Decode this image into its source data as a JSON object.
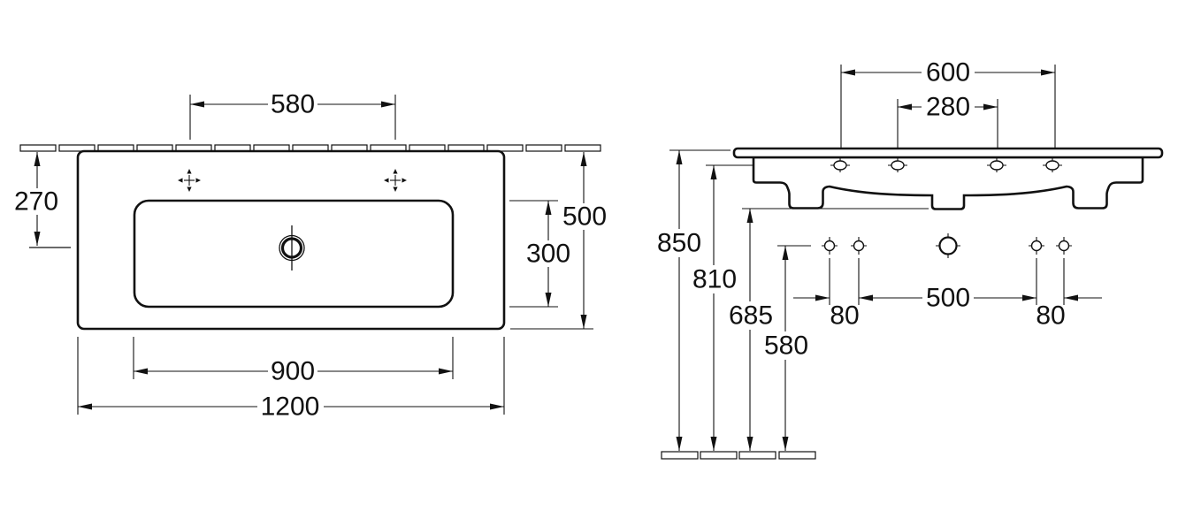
{
  "drawing": {
    "subject": "double-washbasin dimensional technical drawing, top view and front elevation",
    "colors": {
      "ink": "#111111",
      "background": "#ffffff"
    },
    "top_view": {
      "labels": {
        "taphole_spacing": "580",
        "tap_center_from_wall": "270",
        "depth_total": "500",
        "depth_bowl": "300",
        "width_bowl": "900",
        "width_total": "1200"
      }
    },
    "front_view": {
      "labels": {
        "fixing_outer_spacing": "600",
        "fixing_inner_spacing": "280",
        "height_rim": "850",
        "height_under_rim": "810",
        "height_ceramic_bottom": "685",
        "height_mounting_holes": "580",
        "mount_gap_left": "80",
        "mount_span_center": "500",
        "mount_gap_right": "80"
      }
    }
  }
}
